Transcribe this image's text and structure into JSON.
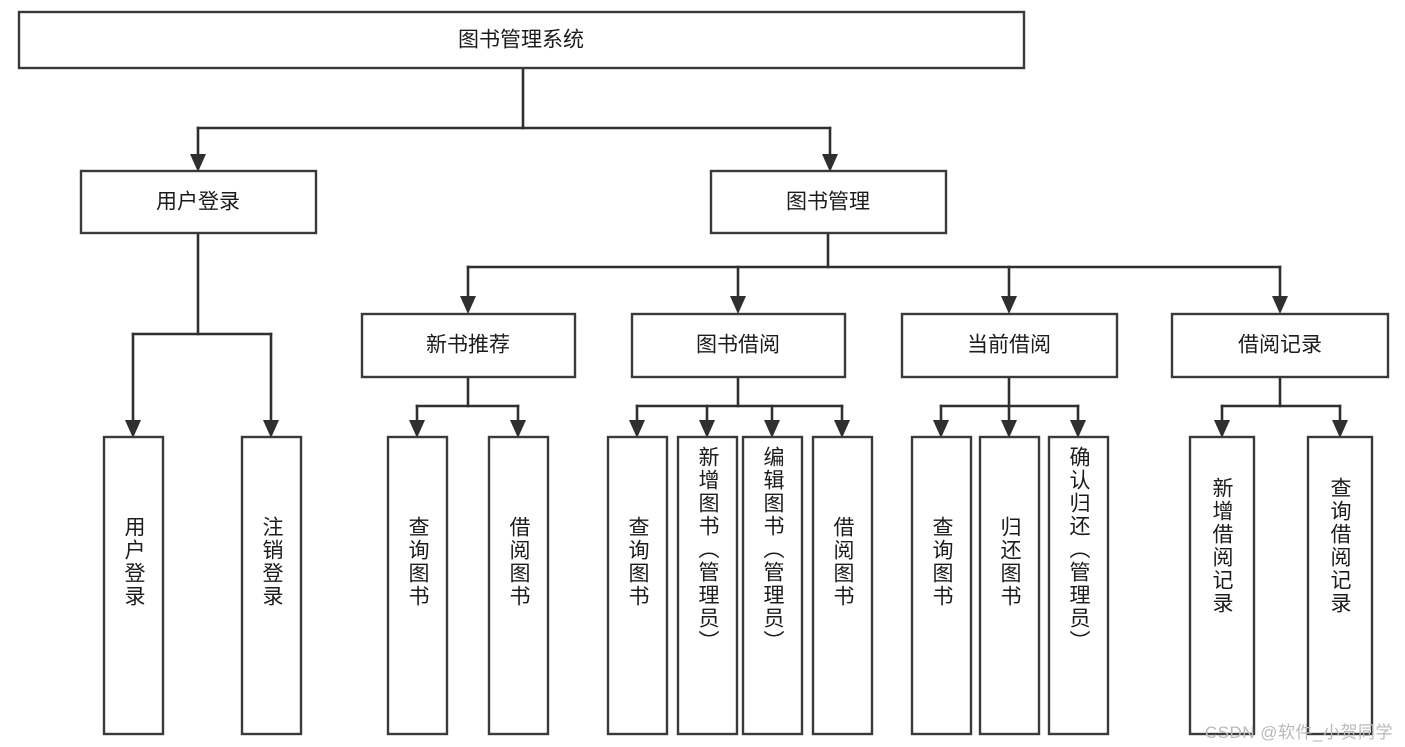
{
  "diagram": {
    "title": "图书管理系统",
    "type": "tree-hierarchy",
    "root": {
      "label": "图书管理系统"
    },
    "level2": [
      {
        "label": "用户登录"
      },
      {
        "label": "图书管理"
      }
    ],
    "level3": [
      {
        "label": "新书推荐"
      },
      {
        "label": "图书借阅"
      },
      {
        "label": "当前借阅"
      },
      {
        "label": "借阅记录"
      }
    ],
    "leaves": {
      "user_login": [
        {
          "label": "用户登录"
        },
        {
          "label": "注销登录"
        }
      ],
      "new_book_recommend": [
        {
          "label": "查询图书"
        },
        {
          "label": "借阅图书"
        }
      ],
      "book_borrow": [
        {
          "label": "查询图书"
        },
        {
          "label": "新增图书（管理员）"
        },
        {
          "label": "编辑图书（管理员）"
        },
        {
          "label": "借阅图书"
        }
      ],
      "current_borrow": [
        {
          "label": "查询图书"
        },
        {
          "label": "归还图书"
        },
        {
          "label": "确认归还（管理员）"
        }
      ],
      "borrow_record": [
        {
          "label": "新增借阅记录"
        },
        {
          "label": "查询借阅记录"
        }
      ]
    }
  },
  "watermark": {
    "text": "CSDN @软件_小贺同学"
  },
  "colors": {
    "box_stroke": "#3a3a3a",
    "connector": "#2f2f2f",
    "text": "#1c1c1c",
    "background": "#ffffff",
    "watermark": "#b9b9b9"
  }
}
